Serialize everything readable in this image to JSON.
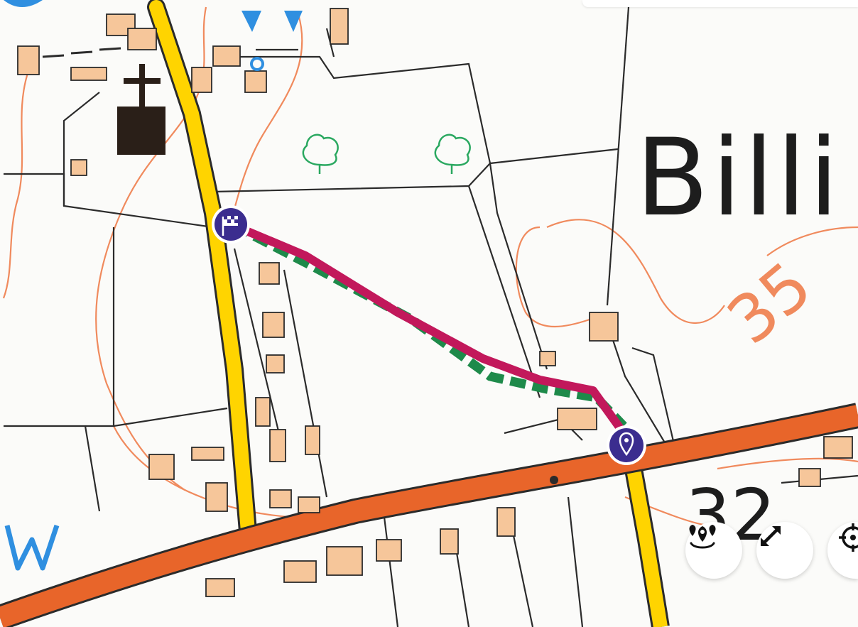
{
  "map": {
    "place_label": "Billi",
    "contour_labels": [
      "35",
      "32"
    ],
    "colors": {
      "route": "#c2185b",
      "path_dashes": "#1e8a4a",
      "minor_road": "#ffd400",
      "main_road": "#e8652a",
      "building": "#f6c69a",
      "contour": "#f08a5d",
      "marker": "#3b2d8f",
      "water": "#2f8fe0"
    },
    "markers": [
      {
        "name": "finish",
        "icon": "checkered-flag-icon"
      },
      {
        "name": "start",
        "icon": "location-pin-icon"
      }
    ]
  },
  "controls": [
    {
      "name": "route-pins-button",
      "icon": "route-pins-icon"
    },
    {
      "name": "fullscreen-button",
      "icon": "expand-arrows-icon"
    },
    {
      "name": "locate-button",
      "icon": "crosshair-icon"
    }
  ]
}
